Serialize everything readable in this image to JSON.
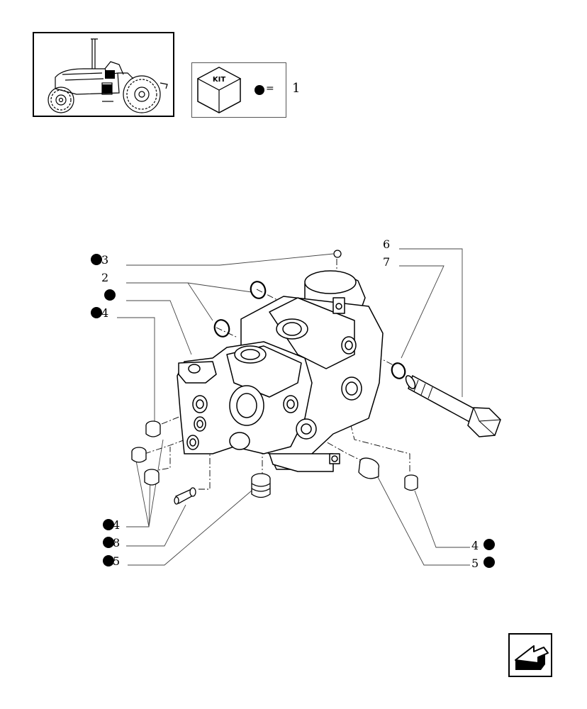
{
  "kit_legend": {
    "kit_label": "KIT",
    "equals": "=",
    "quantity": "1"
  },
  "callouts": {
    "c3": "3",
    "c2": "2",
    "c1": "",
    "c4_top": "4",
    "c6": "6",
    "c7": "7",
    "c4_bottom_left": "4",
    "c8": "8",
    "c5_left": "5",
    "c4_right": "4",
    "c5_right": "5"
  },
  "icons": {
    "tractor": "tractor-thumbnail-icon",
    "kit": "kit-cube-icon",
    "nav": "back-arrow-icon",
    "kit_marker": "kit-dot-icon"
  },
  "colors": {
    "line": "#000000",
    "leader": "#444444",
    "background": "#ffffff"
  }
}
